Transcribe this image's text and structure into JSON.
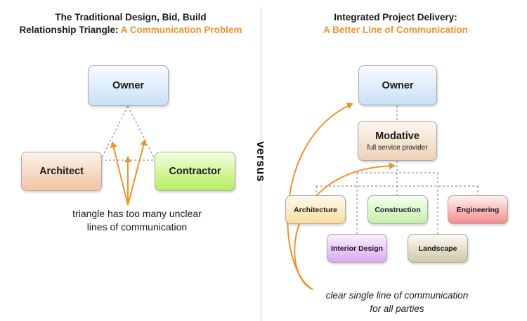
{
  "left": {
    "title_line1": "The Traditional Design, Bid, Build",
    "title_line2_prefix": "Relationship Triangle: ",
    "title_line2_highlight": "A Communication Problem",
    "owner": "Owner",
    "architect": "Architect",
    "contractor": "Contractor",
    "caption_line1": "triangle has too many unclear",
    "caption_line2": "lines of communication"
  },
  "versus": "versus",
  "right": {
    "title_line1": "Integrated Project Delivery:",
    "title_line2_highlight": "A Better Line of Communication",
    "owner": "Owner",
    "modative": "Modative",
    "modative_sub": "full service provider",
    "disciplines": {
      "architecture": "Architecture",
      "construction": "Construction",
      "engineering": "Engineering",
      "interior_design": "Interior Design",
      "landscape": "Landscape"
    },
    "caption_line1": "clear single line of communication",
    "caption_line2": "for all parties"
  },
  "colors": {
    "accent_orange": "#f0922f",
    "connector_gray": "#8a8a8a"
  }
}
